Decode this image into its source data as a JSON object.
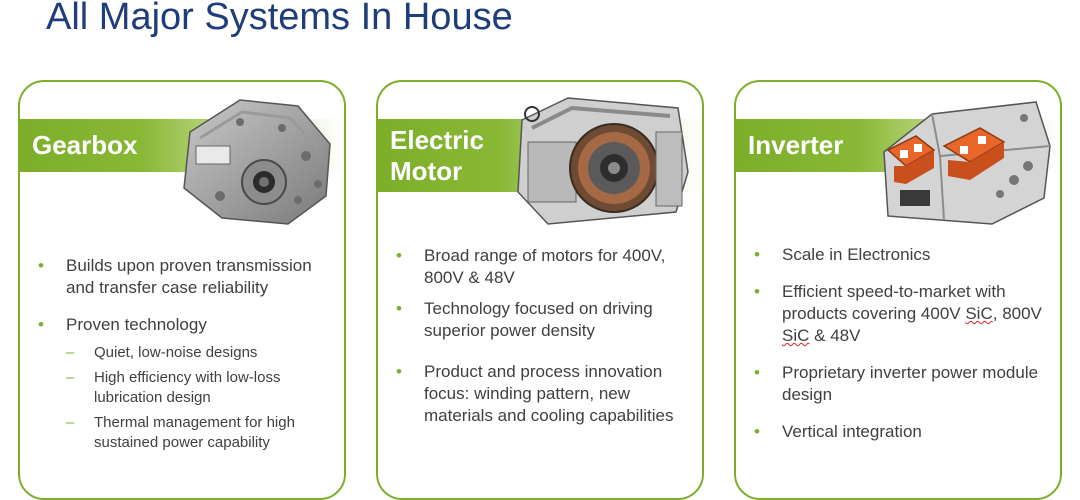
{
  "title": "All Major Systems In House",
  "colors": {
    "accent": "#7cae2a",
    "title": "#1f3d7a",
    "text": "#404040",
    "orange": "#e8662a"
  },
  "cards": [
    {
      "title": "Gearbox",
      "image_icon": "gearbox-icon",
      "bullets": [
        {
          "text": "Builds upon proven transmission and transfer case reliability"
        },
        {
          "text": "Proven technology"
        }
      ],
      "sub_bullets": [
        "Quiet, low-noise designs",
        "High efficiency with low-loss lubrication design",
        "Thermal management for high sustained power capability"
      ]
    },
    {
      "title_line1": "Electric",
      "title_line2": "Motor",
      "image_icon": "electric-motor-icon",
      "bullets": [
        {
          "text": "Broad range of motors for 400V, 800V & 48V"
        },
        {
          "text": "Technology focused on driving superior power density"
        },
        {
          "text": "Product and process innovation focus: winding pattern, new materials and cooling capabilities"
        }
      ]
    },
    {
      "title": "Inverter",
      "image_icon": "inverter-icon",
      "bullets": [
        {
          "text": "Scale in Electronics"
        },
        {
          "text_a": "Efficient speed-to-market with products covering 400V ",
          "sic": "SiC",
          "text_b": ", 800V ",
          "sic2": "SiC",
          "text_c": " & 48V"
        },
        {
          "text": "Proprietary inverter power module design"
        },
        {
          "text": "Vertical integration"
        }
      ]
    }
  ]
}
